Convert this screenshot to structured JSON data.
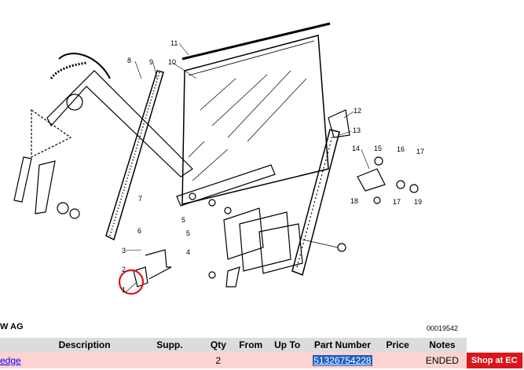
{
  "diagram": {
    "callouts": [
      "1",
      "2",
      "3",
      "4",
      "5",
      "5",
      "6",
      "7",
      "8",
      "9",
      "10",
      "11",
      "12",
      "13",
      "14",
      "15",
      "16",
      "17",
      "17",
      "18",
      "19"
    ],
    "highlight_color": "#d9161b",
    "image_code": "00019542"
  },
  "caption": {
    "maker_fragment": "W AG"
  },
  "table": {
    "headers": {
      "description": "Description",
      "supp": "Supp.",
      "qty": "Qty",
      "from": "From",
      "up_to": "Up To",
      "part_number": "Part Number",
      "price": "Price",
      "notes": "Notes"
    },
    "rows": [
      {
        "description": "edge",
        "supp": "",
        "qty": "2",
        "from": "",
        "up_to": "",
        "part_number": "51326754228",
        "price": "",
        "notes": "ENDED",
        "shop_label": "Shop at EC"
      }
    ]
  },
  "colors": {
    "header_bg": "#dcdcdc",
    "row_bg": "#fbd3d3",
    "link": "#0000ee",
    "selected_bg": "#1e5fc2",
    "shop_button": "#d9161b"
  }
}
